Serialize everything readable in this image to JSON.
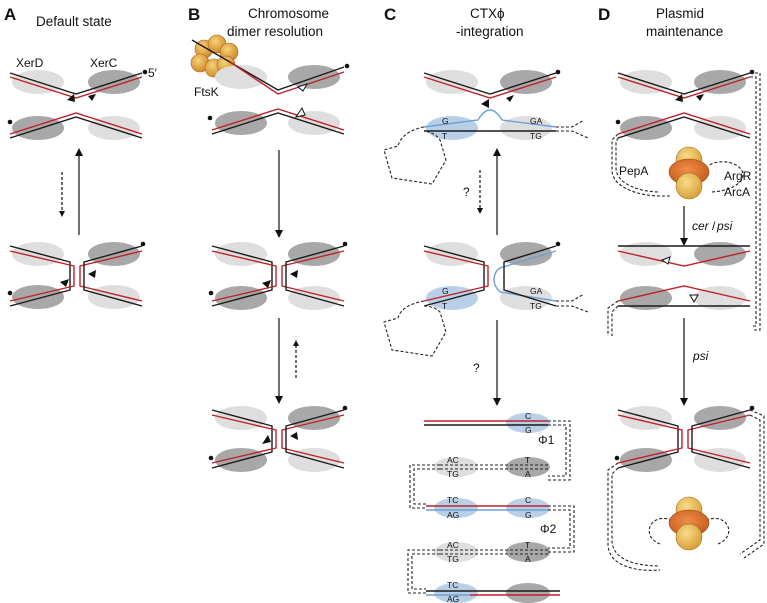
{
  "panels": {
    "A": {
      "letter": "A",
      "title": "Default state",
      "xerD": "XerD",
      "xerC": "XerC",
      "five_prime": "5′"
    },
    "B": {
      "letter": "B",
      "title_line1": "Chromosome",
      "title_line2": "dimer resolution",
      "ftsk": "FtsK"
    },
    "C": {
      "letter": "C",
      "title_line1": "CTXϕ",
      "title_line2": "-integration",
      "question1": "?",
      "question2": "?",
      "phi1": "Φ1",
      "phi2": "Φ2",
      "nt": {
        "G": "G",
        "T": "T",
        "GA": "GA",
        "TG": "TG",
        "C": "C",
        "A": "A",
        "AC": "AC",
        "TC": "TC",
        "AG": "AG"
      }
    },
    "D": {
      "letter": "D",
      "title_line1": "Plasmid",
      "title_line2": "maintenance",
      "pepA": "PepA",
      "argR": "ArgR",
      "arcA": "ArcA",
      "cer": "cer",
      "slash": "/",
      "psi": "psi",
      "psi2": "psi"
    }
  },
  "colors": {
    "red_strand": "#c0202a",
    "black_strand": "#1a1a1a",
    "blue_strand": "#6aa2d8",
    "xerD_ellipse": "#dcdcdc",
    "xerC_ellipse": "#a9a9a9",
    "site_blue": "#b9cfe6",
    "ftsk_orange": "#e3a23a",
    "pepA_orange": "#d8702a",
    "argR_yellow": "#ecb94a"
  }
}
